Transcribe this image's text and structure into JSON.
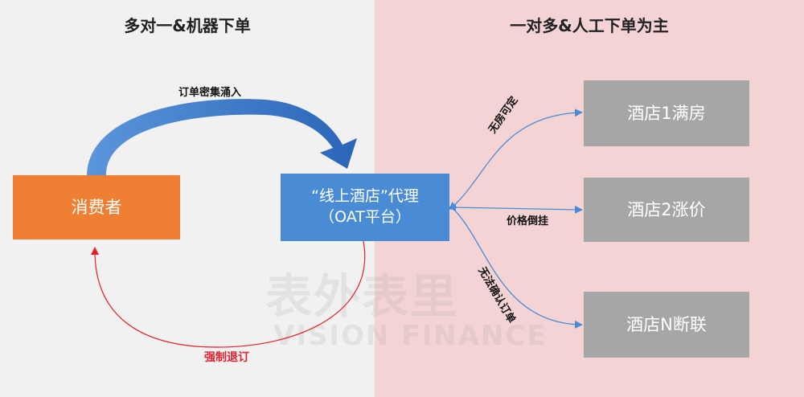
{
  "left_title": "多对一&机器下单",
  "right_title": "一对多&人工下单为主",
  "nodes": {
    "consumer": "消费者",
    "agent_line1": "“线上酒店”代理",
    "agent_line2": "（OAT平台）",
    "hotel1": "酒店1满房",
    "hotel2": "酒店2涨价",
    "hotelN": "酒店N断联"
  },
  "edges": {
    "orders_in": "订单密集涌入",
    "forced_cancel": "强制退订",
    "no_room": "无房可定",
    "price_change": "价格倒挂",
    "cannot_confirm": "无法确认订单"
  },
  "watermark": {
    "cn": "表外表里",
    "en": "VISION FINANCE"
  },
  "colors": {
    "left_bg": "#f1f1f1",
    "right_bg": "#f3d3d3",
    "consumer": "#ef7f33",
    "agent": "#4a8bd6",
    "hotel": "#a6a6a6",
    "cancel_arrow": "#e0202b",
    "hotel_arrows": "#4a8bd6"
  }
}
